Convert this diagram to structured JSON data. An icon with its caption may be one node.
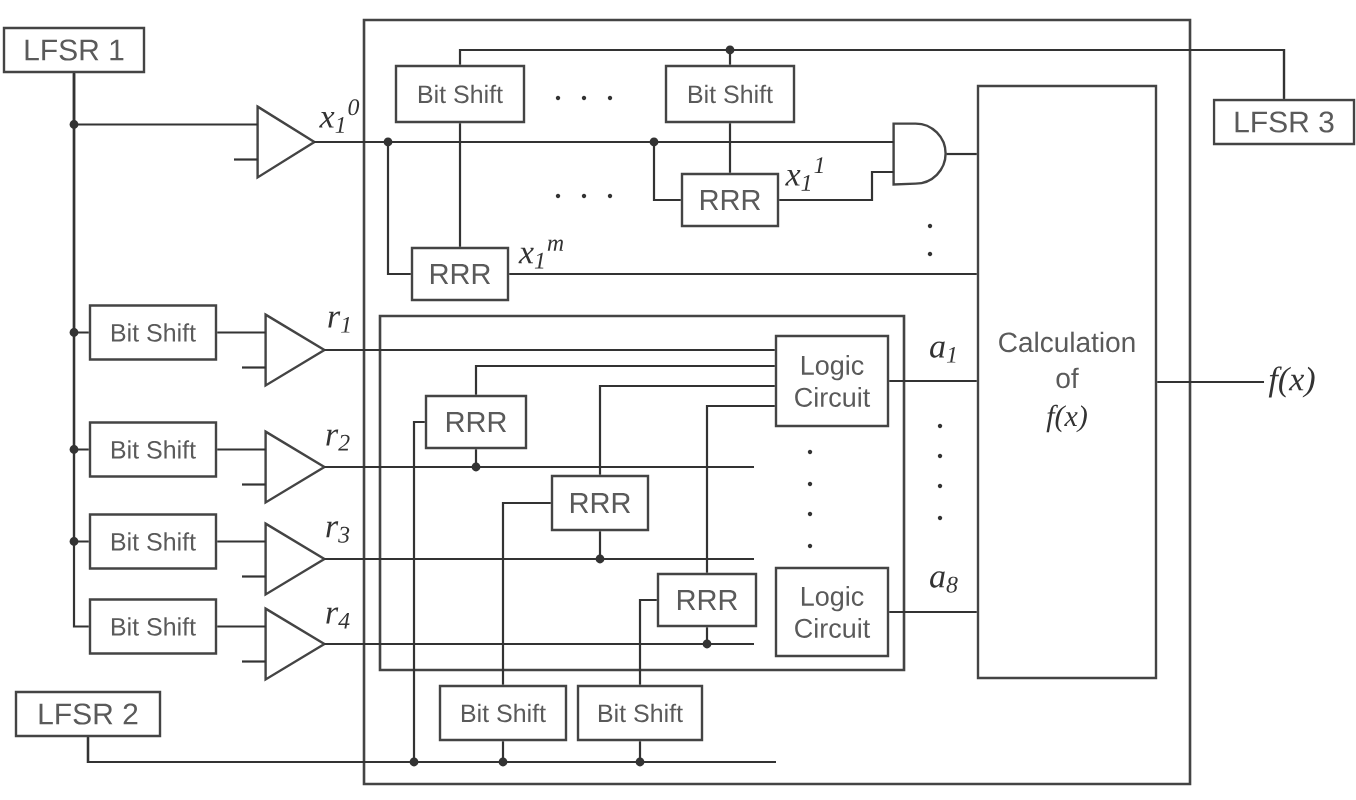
{
  "diagram": {
    "nodes": [
      {
        "text": [
          "LFSR 1"
        ]
      },
      {
        "text": [],
        "shape": "triangle"
      },
      {
        "text": [
          "Bit Shift"
        ]
      },
      {
        "text": [],
        "shape": "triangle"
      },
      {
        "text": [
          "Bit Shift"
        ]
      },
      {
        "text": [],
        "shape": "triangle"
      },
      {
        "text": [
          "Bit Shift"
        ]
      },
      {
        "text": [],
        "shape": "triangle"
      },
      {
        "text": [
          "Bit Shift"
        ]
      },
      {
        "text": [],
        "shape": "triangle"
      },
      {
        "text": [
          "LFSR 2"
        ]
      },
      {
        "text": [],
        "shape": "box"
      },
      {
        "text": [
          "Bit Shift"
        ],
        "in": 11
      },
      {
        "text": [
          "Bit Shift"
        ],
        "in": 11
      },
      {
        "text": [
          "RRR"
        ],
        "in": 11
      },
      {
        "text": [],
        "shape": "gate",
        "in": 11
      },
      {
        "text": [
          "RRR"
        ],
        "in": 11
      },
      {
        "text": [
          "Calculation of",
          "f(x)"
        ],
        "in": 11
      },
      {
        "text": [],
        "shape": "box",
        "in": 11
      },
      {
        "text": [
          "Logic Circuit"
        ],
        "in": 18
      },
      {
        "text": [
          "RRR"
        ],
        "in": 18
      },
      {
        "text": [
          "RRR"
        ],
        "in": 18
      },
      {
        "text": [
          "RRR"
        ],
        "in": 18
      },
      {
        "text": [
          "Logic Circuit"
        ],
        "in": 18
      },
      {
        "text": [
          "Bit Shift"
        ],
        "in": 11
      },
      {
        "text": [
          "Bit Shift"
        ],
        "in": 11
      },
      {
        "text": [
          "LFSR 3"
        ]
      },
      {
        "text": [
          "f(x)"
        ]
      }
    ],
    "edges": [
      {
        "from": 0,
        "to": 1,
        "arrow": "none"
      },
      {
        "from": 0,
        "to": 2,
        "arrow": "none"
      },
      {
        "from": 0,
        "to": 4,
        "arrow": "none"
      },
      {
        "from": 0,
        "to": 6,
        "arrow": "none"
      },
      {
        "from": 0,
        "to": 8,
        "arrow": "none"
      },
      {
        "from": null,
        "to": 1,
        "arrow": "none"
      },
      {
        "from": 2,
        "to": 3,
        "arrow": "none"
      },
      {
        "from": null,
        "to": 3,
        "arrow": "none"
      },
      {
        "from": 4,
        "to": 5,
        "arrow": "none"
      },
      {
        "from": null,
        "to": 5,
        "arrow": "none"
      },
      {
        "from": 6,
        "to": 7,
        "arrow": "none"
      },
      {
        "from": null,
        "to": 7,
        "arrow": "none"
      },
      {
        "from": 8,
        "to": 9,
        "arrow": "none"
      },
      {
        "from": null,
        "to": 9,
        "arrow": "none"
      },
      {
        "from": 1,
        "to": 15,
        "arrow": "none",
        "label": "x$_{1}$$^{0}$"
      },
      {
        "from": 1,
        "to": 16,
        "arrow": "none"
      },
      {
        "from": 1,
        "to": 14,
        "arrow": "none"
      },
      {
        "from": 26,
        "to": 12,
        "arrow": "none"
      },
      {
        "from": 26,
        "to": 13,
        "arrow": "none"
      },
      {
        "from": 12,
        "to": 16,
        "arrow": "none"
      },
      {
        "from": 13,
        "to": 14,
        "arrow": "none"
      },
      {
        "from": 14,
        "to": 15,
        "arrow": "none",
        "label": "x$_{1}$$^{1}$"
      },
      {
        "from": 16,
        "to": 17,
        "arrow": "none",
        "label": "x$_{1}$$^{m}$"
      },
      {
        "from": 15,
        "to": 17,
        "arrow": "none"
      },
      {
        "from": 3,
        "to": 19,
        "arrow": "none",
        "label": "r$_{1}$"
      },
      {
        "from": 5,
        "to": 20,
        "arrow": "none",
        "label": "r$_{2}$"
      },
      {
        "from": 7,
        "to": 21,
        "arrow": "none",
        "label": "r$_{3}$"
      },
      {
        "from": 9,
        "to": 22,
        "arrow": "none",
        "label": "r$_{4}$"
      },
      {
        "from": 20,
        "to": 19,
        "arrow": "none"
      },
      {
        "from": 21,
        "to": 19,
        "arrow": "none"
      },
      {
        "from": 22,
        "to": 19,
        "arrow": "none"
      },
      {
        "from": 10,
        "to": 20,
        "arrow": "none"
      },
      {
        "from": 10,
        "to": 24,
        "arrow": "none"
      },
      {
        "from": 10,
        "to": 25,
        "arrow": "none"
      },
      {
        "from": 24,
        "to": 21,
        "arrow": "none"
      },
      {
        "from": 25,
        "to": 22,
        "arrow": "none"
      },
      {
        "from": 19,
        "to": 17,
        "arrow": "none",
        "label": "a$_{1}$"
      },
      {
        "from": 23,
        "to": 17,
        "arrow": "none",
        "label": "a$_{8}$"
      },
      {
        "from": 17,
        "to": 27,
        "arrow": "none"
      }
    ]
  }
}
